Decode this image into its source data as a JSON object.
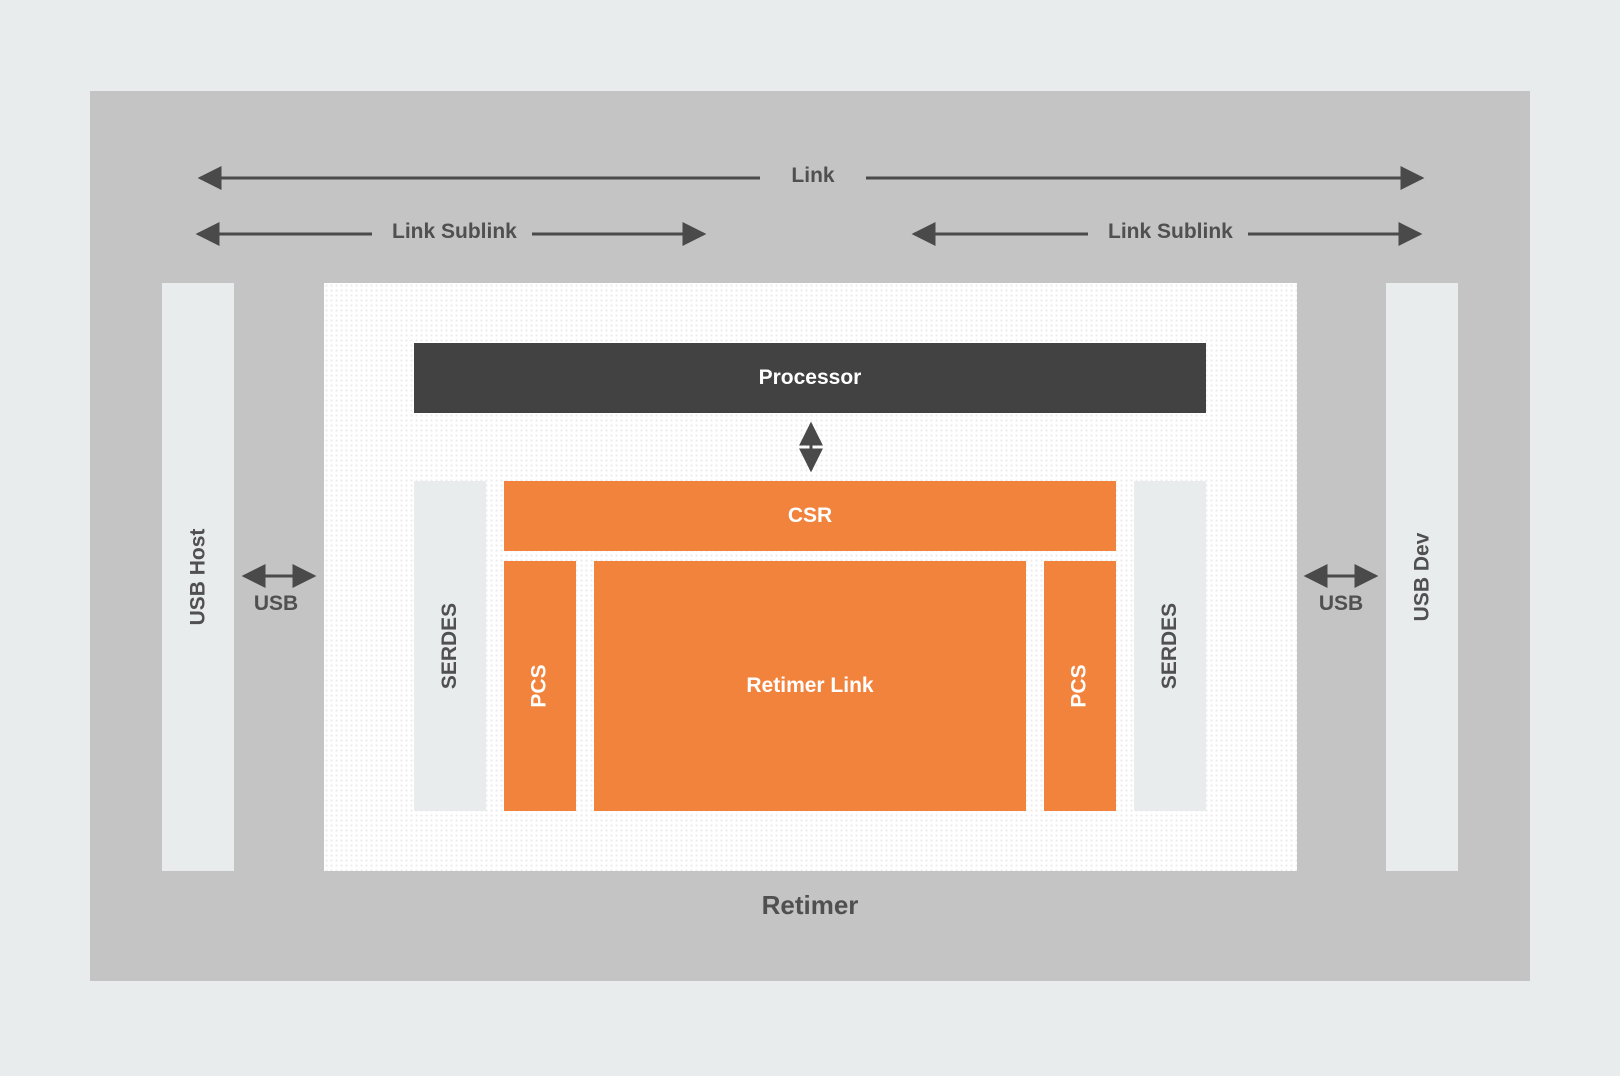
{
  "top": {
    "link_label": "Link",
    "sublink_left_label": "Link Sublink",
    "sublink_right_label": "Link Sublink"
  },
  "left": {
    "host_label": "USB Host",
    "usb_label": "USB"
  },
  "right": {
    "dev_label": "USB Dev",
    "usb_label": "USB"
  },
  "retimer": {
    "title": "Retimer",
    "processor_label": "Processor",
    "csr_label": "CSR",
    "serdes_left_label": "SERDES",
    "serdes_right_label": "SERDES",
    "pcs_left_label": "PCS",
    "pcs_right_label": "PCS",
    "retimer_link_label": "Retimer Link"
  },
  "colors": {
    "frame": "#c4c4c4",
    "background": "#e8ecec",
    "processor": "#424242",
    "accent_orange": "#f2833d",
    "text_gray": "#505050",
    "arrow": "#4a4a4a"
  }
}
